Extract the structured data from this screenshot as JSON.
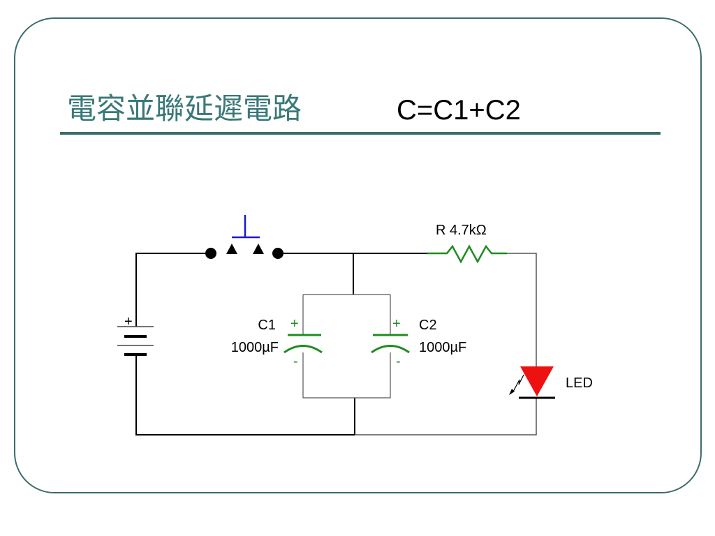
{
  "slide": {
    "title": "電容並聯延遲電路",
    "formula": "C=C1+C2"
  },
  "circuit": {
    "battery": {
      "plus": "+"
    },
    "capacitors": [
      {
        "name": "C1",
        "value": "1000µF",
        "plus": "+",
        "minus": "-"
      },
      {
        "name": "C2",
        "value": "1000µF",
        "plus": "+",
        "minus": "-"
      }
    ],
    "resistor": {
      "label": "R 4.7kΩ"
    },
    "led": {
      "label": "LED"
    }
  },
  "colors": {
    "frame": "#3d6b6b",
    "title": "#3a7878",
    "capacitor": "#1e8c1e",
    "resistor": "#1e8c1e",
    "switch_button": "#1a1acc",
    "led": "#ee1111",
    "wire": "#000000"
  }
}
